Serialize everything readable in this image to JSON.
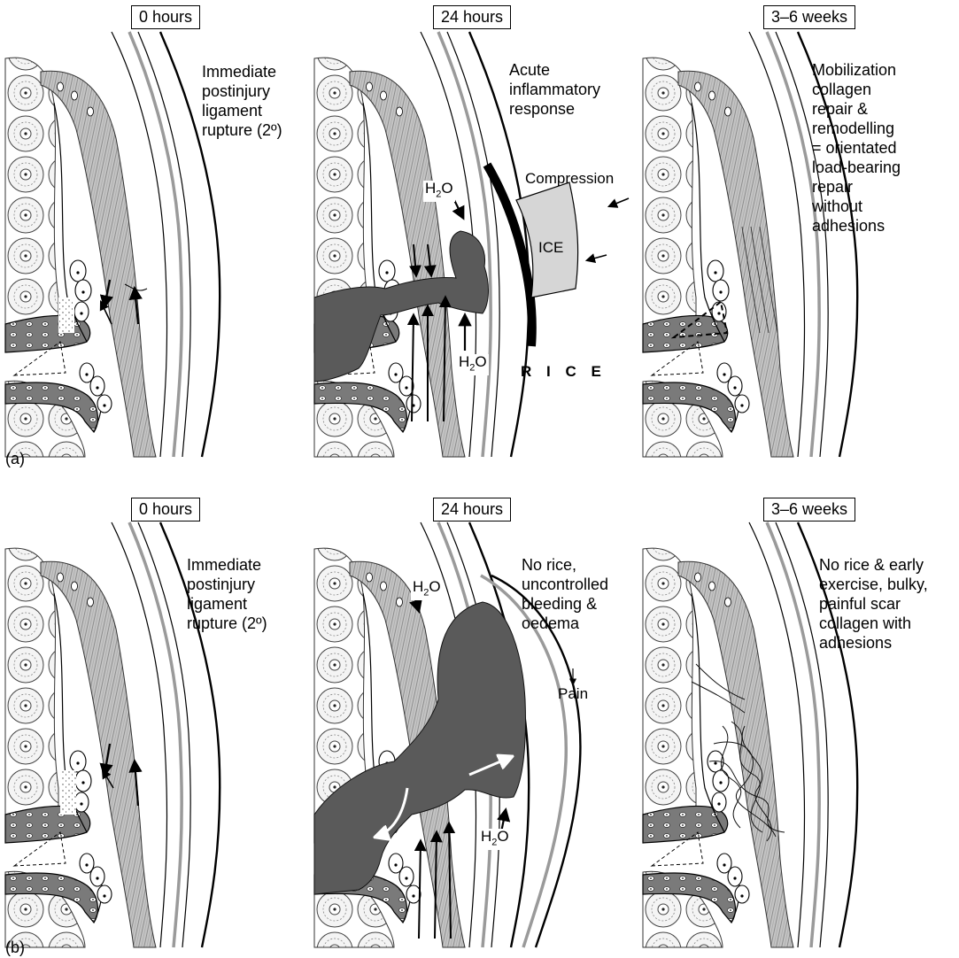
{
  "row_a": {
    "letter": "(a)",
    "panels": [
      {
        "time": "0 hours",
        "caption": "Immediate\npostinjury\nligament\nrupture (2º)"
      },
      {
        "time": "24 hours",
        "caption": "Acute\ninflammatory\nresponse"
      },
      {
        "time": "3–6 weeks",
        "caption": "Mobilization\ncollagen\nrepair &\nremodelling\n= orientated\nload-bearing\nrepair\nwithout\nadhesions"
      }
    ],
    "treatment": {
      "compression": "Compression",
      "ice": "ICE",
      "rice": "R I C E"
    },
    "water": {
      "h": "H",
      "sub": "2",
      "o": "O"
    }
  },
  "row_b": {
    "letter": "(b)",
    "panels": [
      {
        "time": "0 hours",
        "caption": "Immediate\npostinjury\nligament\nrupture (2º)"
      },
      {
        "time": "24 hours",
        "caption": "No rice,\nuncontrolled\nbleeding &\noedema"
      },
      {
        "time": "3–6 weeks",
        "caption": "No rice & early\nexercise, bulky,\npainful scar\ncollagen with\nadhesions"
      }
    ],
    "pain": "Pain",
    "water": {
      "h": "H",
      "sub": "2",
      "o": "O"
    }
  },
  "colors": {
    "hematoma": "#5a5a5a",
    "bone": "#7a7a7a",
    "ligament": "#b8b8b8",
    "ice": "#d6d6d6",
    "outline": "#000000"
  }
}
